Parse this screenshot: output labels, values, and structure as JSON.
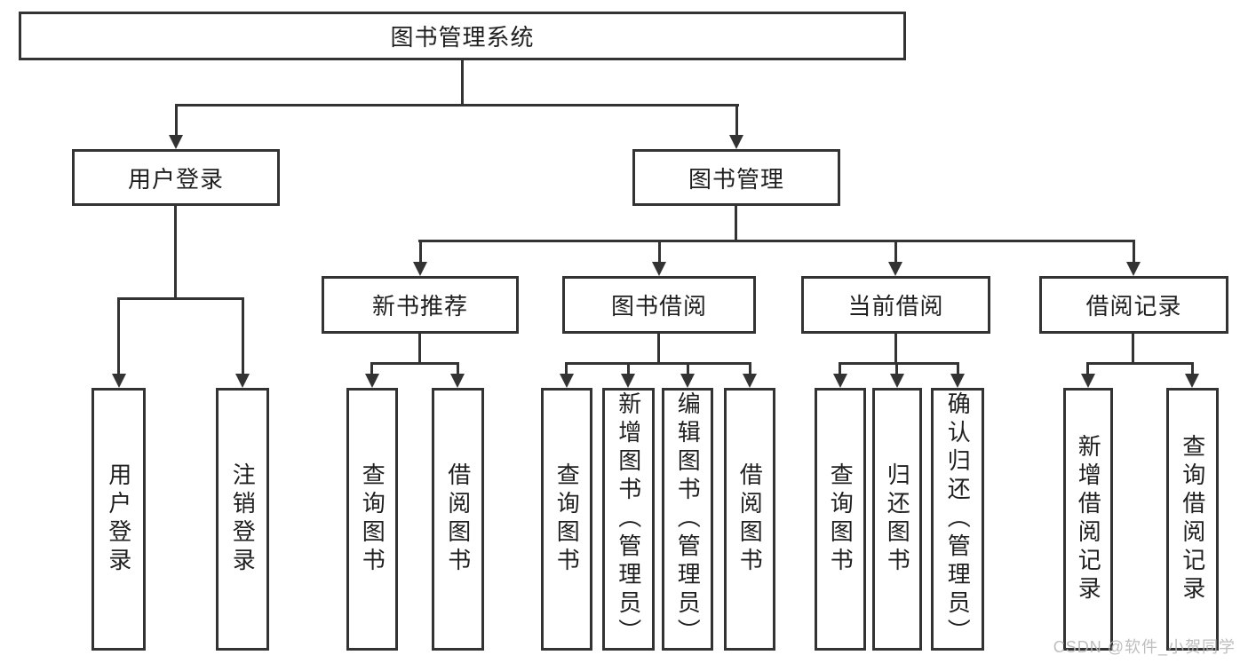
{
  "diagram": {
    "root": {
      "label": "图书管理系统"
    },
    "branches": [
      {
        "label": "用户登录",
        "children": [
          "用户登录",
          "注销登录"
        ]
      },
      {
        "label": "图书管理",
        "sections": [
          {
            "label": "新书推荐",
            "children": [
              "查询图书",
              "借阅图书"
            ]
          },
          {
            "label": "图书借阅",
            "children": [
              "查询图书",
              "新增图书（管理员）",
              "编辑图书（管理员）",
              "借阅图书"
            ]
          },
          {
            "label": "当前借阅",
            "children": [
              "查询图书",
              "归还图书",
              "确认归还（管理员）"
            ]
          },
          {
            "label": "借阅记录",
            "children": [
              "新增借阅记录",
              "查询借阅记录"
            ]
          }
        ]
      }
    ]
  },
  "watermark": {
    "text": "CSDN @软件_小贺同学"
  },
  "colors": {
    "line": "#333333",
    "text": "#1f1f1f",
    "watermark": "#b8b8b8",
    "background": "#ffffff"
  }
}
